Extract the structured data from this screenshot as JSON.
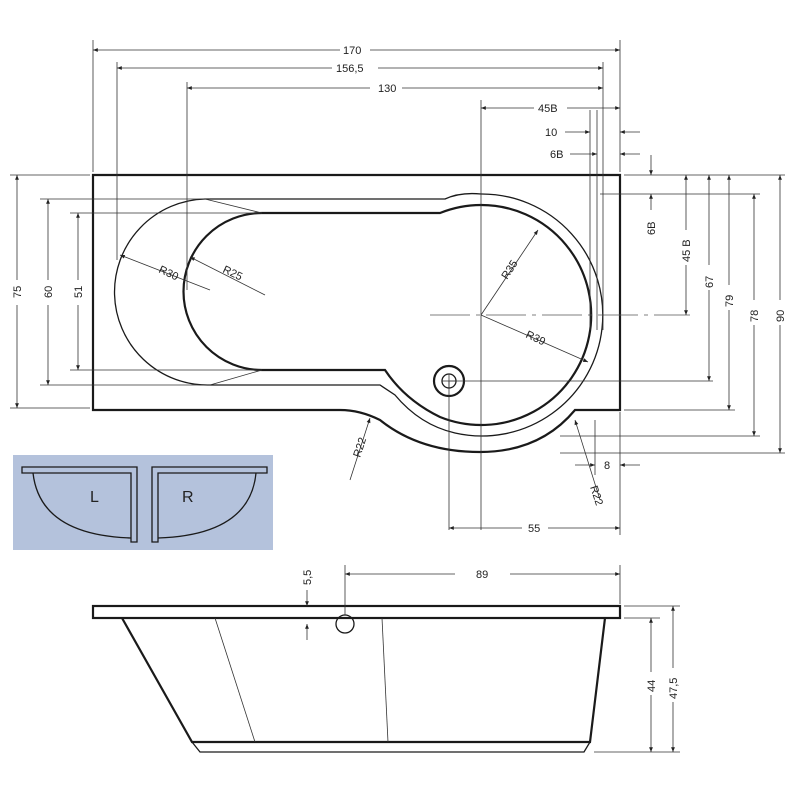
{
  "dimensions": {
    "top": [
      "170",
      "156,5",
      "130",
      "45B",
      "10",
      "6B"
    ],
    "left": [
      "75",
      "60",
      "51"
    ],
    "right": [
      "6B",
      "45 B",
      "67",
      "79",
      "78",
      "90"
    ],
    "radii": [
      "R30",
      "R25",
      "R35",
      "R39",
      "R22",
      "R22"
    ],
    "bottom": [
      "8",
      "55"
    ],
    "side": [
      "5,5",
      "89",
      "44",
      "47,5"
    ]
  },
  "inset": {
    "left_label": "L",
    "right_label": "R",
    "background": "#b4c2dc"
  }
}
